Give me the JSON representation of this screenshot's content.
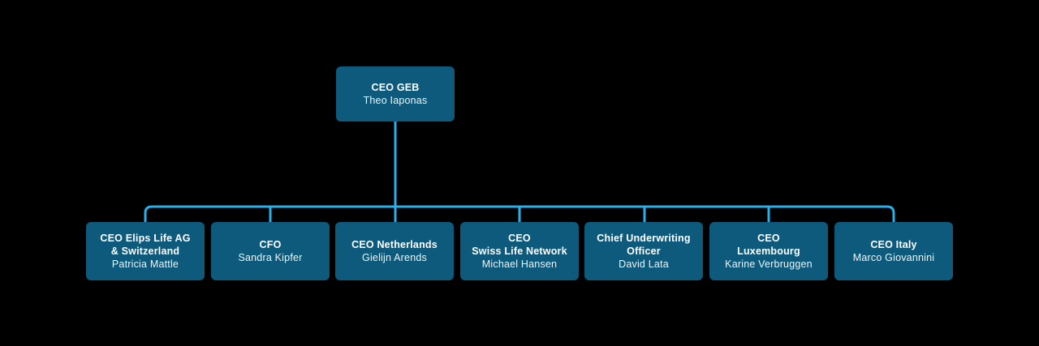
{
  "diagram": {
    "type": "org-chart",
    "colors": {
      "background": "#000000",
      "node_fill": "#0d5a7c",
      "connector": "#29b0ea",
      "title_text": "#ffffff",
      "name_text": "#eef5f8"
    },
    "root": {
      "title": "CEO GEB",
      "name": "Theo Iaponas"
    },
    "children": [
      {
        "title": "CEO Elips Life AG\n& Switzerland",
        "name": "Patricia Mattle"
      },
      {
        "title": "CFO",
        "name": "Sandra Kipfer"
      },
      {
        "title": "CEO Netherlands",
        "name": "Gielijn Arends"
      },
      {
        "title": "CEO\nSwiss Life Network",
        "name": "Michael Hansen"
      },
      {
        "title": "Chief Underwriting\nOfficer",
        "name": "David Lata"
      },
      {
        "title": "CEO\nLuxembourg",
        "name": "Karine Verbruggen"
      },
      {
        "title": "CEO Italy",
        "name": "Marco Giovannini"
      }
    ]
  }
}
